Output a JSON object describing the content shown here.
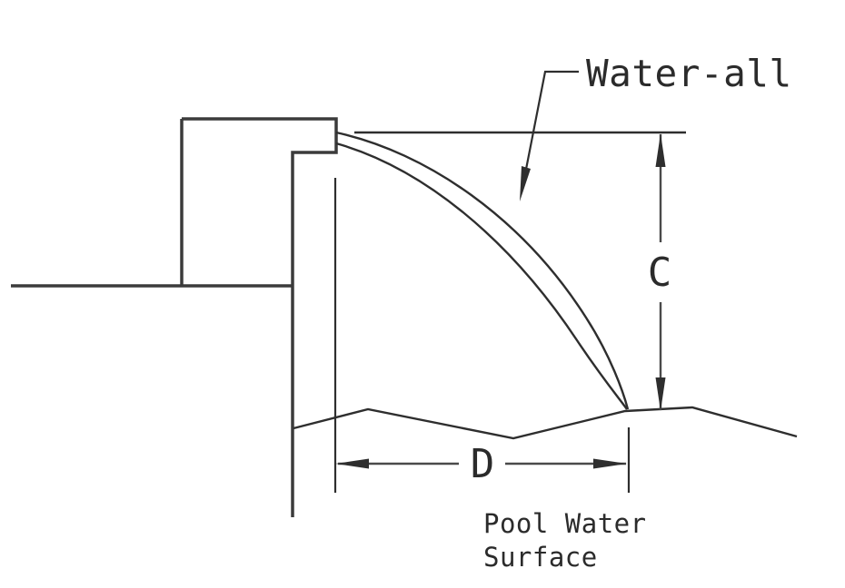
{
  "diagram": {
    "type": "waterfall-feature-section-drawing",
    "labels": {
      "waterfall_callout": "Water-all",
      "dim_vertical": "C",
      "dim_horizontal": "D",
      "pool_surface_line1": "Pool Water",
      "pool_surface_line2": "Surface"
    },
    "colors": {
      "background": "#ffffff",
      "structure_line": "#3b3b3b",
      "thin_line": "#2e2e2e",
      "dimension_line": "#4a4a4a",
      "text": "#2b2b2b"
    }
  }
}
